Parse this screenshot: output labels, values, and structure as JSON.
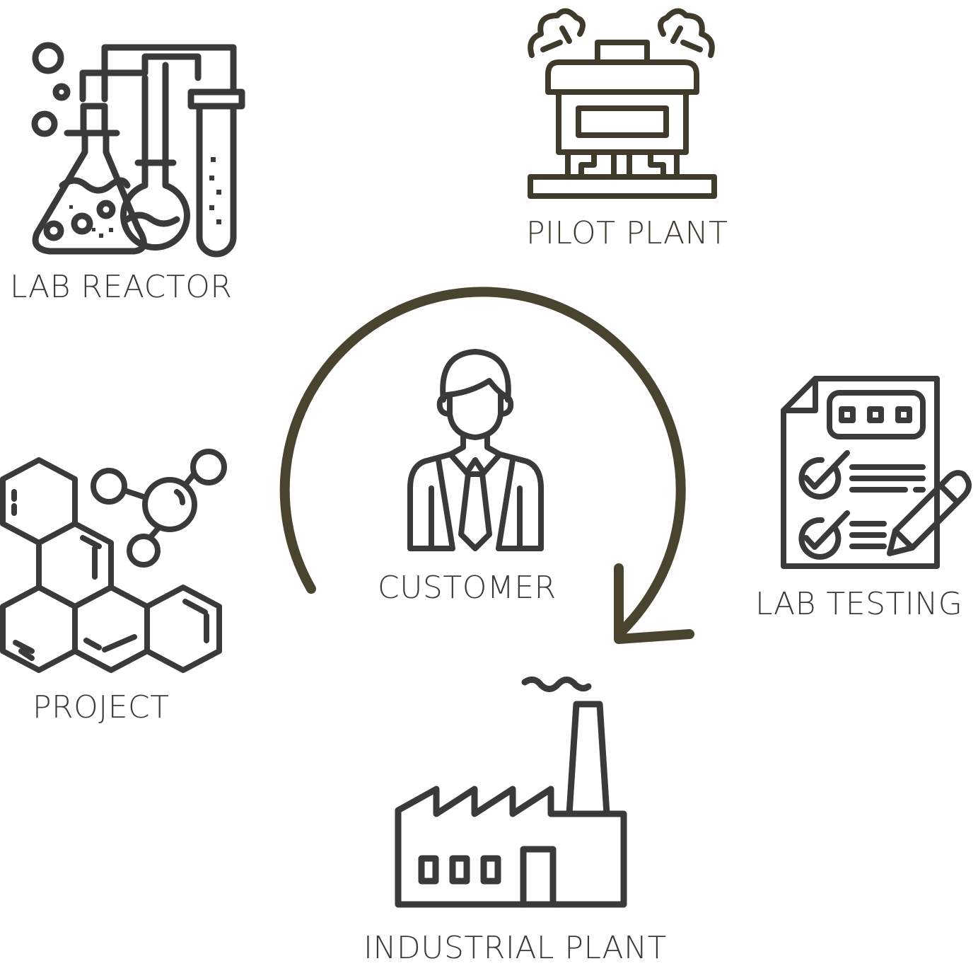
{
  "diagram": {
    "nodes": [
      {
        "id": "lab_reactor",
        "label": "LAB REACTOR",
        "icon": "lab-reactor-icon"
      },
      {
        "id": "pilot_plant",
        "label": "PILOT PLANT",
        "icon": "pilot-plant-icon"
      },
      {
        "id": "customer",
        "label": "CUSTOMER",
        "icon": "customer-icon"
      },
      {
        "id": "lab_testing",
        "label": "LAB TESTING",
        "icon": "lab-testing-icon"
      },
      {
        "id": "project",
        "label": "PROJECT",
        "icon": "molecule-icon"
      },
      {
        "id": "industrial_plant",
        "label": "INDUSTRIAL PLANT",
        "icon": "factory-icon"
      }
    ],
    "cycle_arrow": {
      "icon": "circular-arrow-icon",
      "direction": "clockwise"
    }
  },
  "colors": {
    "icon_stroke": "#3a3a3a",
    "accent_stroke": "#4a4330",
    "background": "#ffffff"
  }
}
